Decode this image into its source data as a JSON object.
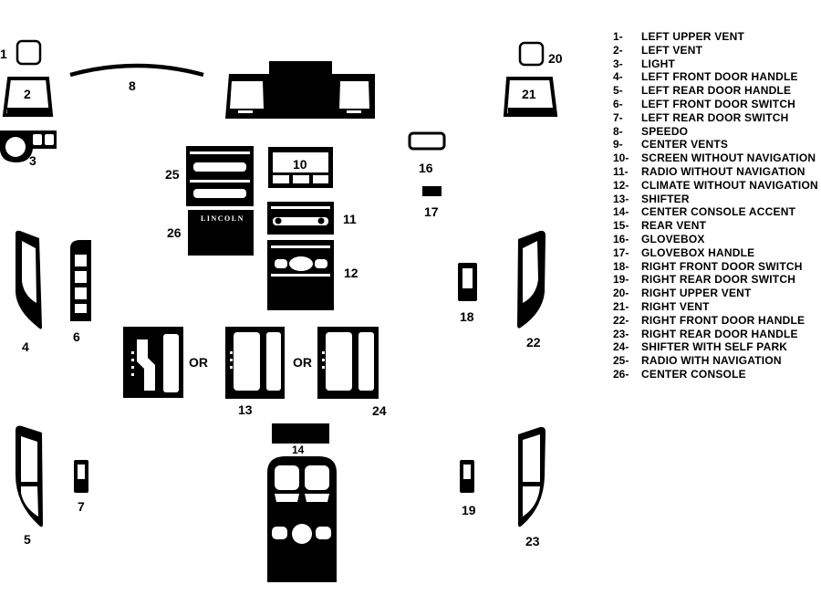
{
  "parts": [
    {
      "number": "1-",
      "name": "LEFT UPPER VENT"
    },
    {
      "number": "2-",
      "name": "LEFT VENT"
    },
    {
      "number": "3-",
      "name": "LIGHT"
    },
    {
      "number": "4-",
      "name": "LEFT FRONT DOOR HANDLE"
    },
    {
      "number": "5-",
      "name": "LEFT REAR DOOR HANDLE"
    },
    {
      "number": "6-",
      "name": "LEFT FRONT DOOR SWITCH"
    },
    {
      "number": "7-",
      "name": "LEFT REAR DOOR SWITCH"
    },
    {
      "number": "8-",
      "name": "SPEEDO"
    },
    {
      "number": "9-",
      "name": "CENTER VENTS"
    },
    {
      "number": "10-",
      "name": "SCREEN WITHOUT NAVIGATION"
    },
    {
      "number": "11-",
      "name": "RADIO WITHOUT NAVIGATION"
    },
    {
      "number": "12-",
      "name": "CLIMATE WITHOUT NAVIGATION"
    },
    {
      "number": "13-",
      "name": "SHIFTER"
    },
    {
      "number": "14-",
      "name": "CENTER CONSOLE ACCENT"
    },
    {
      "number": "15-",
      "name": "REAR VENT"
    },
    {
      "number": "16-",
      "name": "GLOVEBOX"
    },
    {
      "number": "17-",
      "name": "GLOVEBOX HANDLE"
    },
    {
      "number": "18-",
      "name": "RIGHT FRONT DOOR SWITCH"
    },
    {
      "number": "19-",
      "name": "RIGHT REAR DOOR SWITCH"
    },
    {
      "number": "20-",
      "name": "RIGHT UPPER VENT"
    },
    {
      "number": "21-",
      "name": "RIGHT VENT"
    },
    {
      "number": "22-",
      "name": "RIGHT FRONT DOOR HANDLE"
    },
    {
      "number": "23-",
      "name": "RIGHT REAR DOOR HANDLE"
    },
    {
      "number": "24-",
      "name": "SHIFTER WITH SELF PARK"
    },
    {
      "number": "25-",
      "name": "RADIO WITH NAVIGATION"
    },
    {
      "number": "26-",
      "name": "CENTER CONSOLE"
    }
  ],
  "labels": {
    "n1": "1",
    "n2": "2",
    "n3": "3",
    "n4": "4",
    "n5": "5",
    "n6": "6",
    "n7": "7",
    "n8": "8",
    "n9": "9",
    "n10": "10",
    "n11": "11",
    "n12": "12",
    "n13": "13",
    "n14": "14",
    "n16": "16",
    "n17": "17",
    "n18": "18",
    "n19": "19",
    "n20": "20",
    "n21": "21",
    "n22": "22",
    "n23": "23",
    "n24": "24",
    "n25": "25",
    "n26": "26",
    "or1": "OR",
    "or2": "OR"
  },
  "brand_text": "LINCOLN"
}
